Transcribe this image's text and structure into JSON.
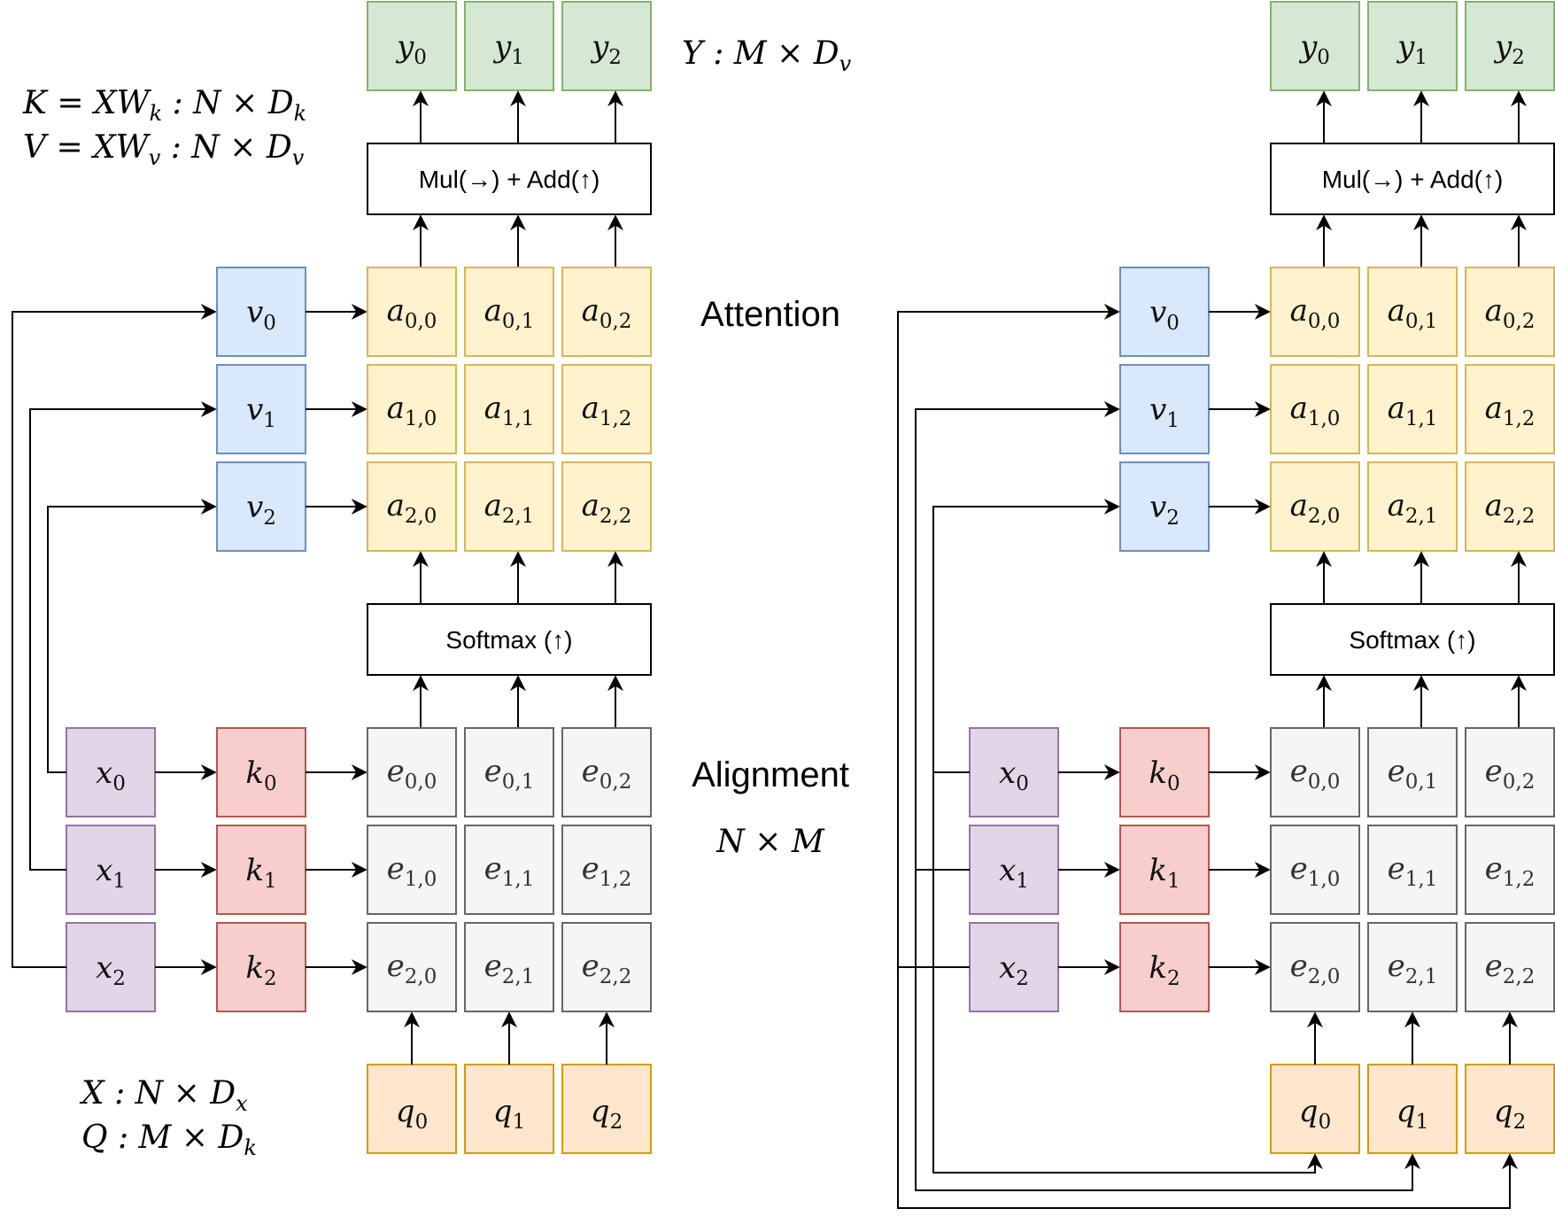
{
  "diagram": {
    "colors": {
      "green_fill": "#d5e8d4",
      "green_stroke": "#82b366",
      "blue_fill": "#dae8fc",
      "blue_stroke": "#6c8ebf",
      "yellow_fill": "#fff2cc",
      "yellow_stroke": "#d6b656",
      "purple_fill": "#e1d5e7",
      "purple_stroke": "#9673a6",
      "red_fill": "#f8cecc",
      "red_stroke": "#b85450",
      "gray_fill": "#f5f5f5",
      "gray_stroke": "#666666",
      "orange_fill": "#ffe6cc",
      "orange_stroke": "#d79b00"
    },
    "labels": {
      "mul_add": "Mul(→) + Add(↑)",
      "softmax": "Softmax (↑)",
      "attention": "Attention",
      "alignment": "Alignment",
      "alignment_dims": "N × M",
      "y_dims": "Y : M × D",
      "y_dims_sub": "v",
      "k_formula": "K = XW",
      "k_formula_sub": "k",
      "k_formula_rest": " : N × D",
      "k_formula_rest_sub": "k",
      "v_formula": "V = XW",
      "v_formula_sub": "v",
      "v_formula_rest": " : N × D",
      "v_formula_rest_sub": "v",
      "x_dims": "X : N × D",
      "x_dims_sub": "x",
      "q_dims": "Q : M × D",
      "q_dims_sub": "k"
    },
    "nodes": {
      "y": [
        "y",
        "0",
        "1",
        "2"
      ],
      "v": [
        "v",
        "0",
        "1",
        "2"
      ],
      "x": [
        "x",
        "0",
        "1",
        "2"
      ],
      "k": [
        "k",
        "0",
        "1",
        "2"
      ],
      "q": [
        "q",
        "0",
        "1",
        "2"
      ],
      "a_symbol": "a",
      "e_symbol": "e",
      "matrix_subs": [
        [
          "0,0",
          "0,1",
          "0,2"
        ],
        [
          "1,0",
          "1,1",
          "1,2"
        ],
        [
          "2,0",
          "2,1",
          "2,2"
        ]
      ]
    }
  }
}
